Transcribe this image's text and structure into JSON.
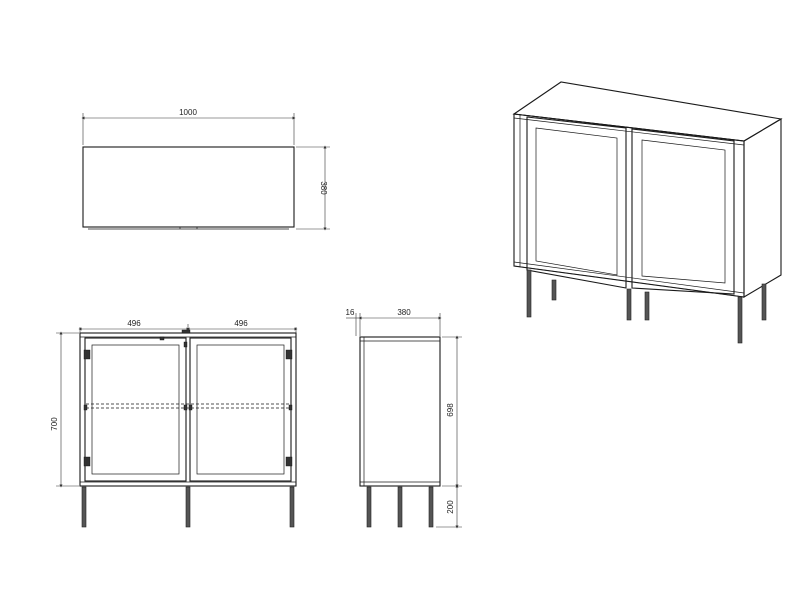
{
  "dimensions": {
    "top_width": "1000",
    "top_depth": "380",
    "front_left_door": "496",
    "front_right_door": "496",
    "front_height": "700",
    "side_panel": "16",
    "side_depth": "380",
    "side_body_height": "698",
    "leg_height": "200"
  },
  "colors": {
    "line": "#1a1a1a",
    "leg": "#555555",
    "background": "#ffffff"
  }
}
